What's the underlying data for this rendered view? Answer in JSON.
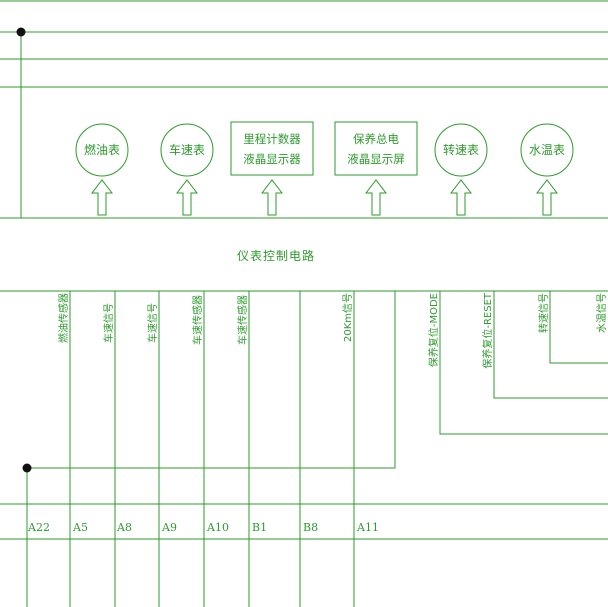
{
  "gauges": [
    {
      "label": "燃油表"
    },
    {
      "label": "车速表"
    },
    {
      "label": "转速表"
    },
    {
      "label": "水温表"
    }
  ],
  "boxes": [
    {
      "lines": [
        "里程计数器",
        "液晶显示器"
      ]
    },
    {
      "lines": [
        "保养总电",
        "液晶显示屏"
      ]
    }
  ],
  "controller_label": "仪表控制电路",
  "signal_labels": [
    "燃油传感器",
    "车速信号",
    "车速信号",
    "车速传感器",
    "车速传感器",
    "20Km信号",
    "保养复位-MODE",
    "保养复位-RESET",
    "转速信号",
    "水温信号"
  ],
  "pins": [
    "A22",
    "A5",
    "A8",
    "A9",
    "A10",
    "B1",
    "B8",
    "A11"
  ]
}
